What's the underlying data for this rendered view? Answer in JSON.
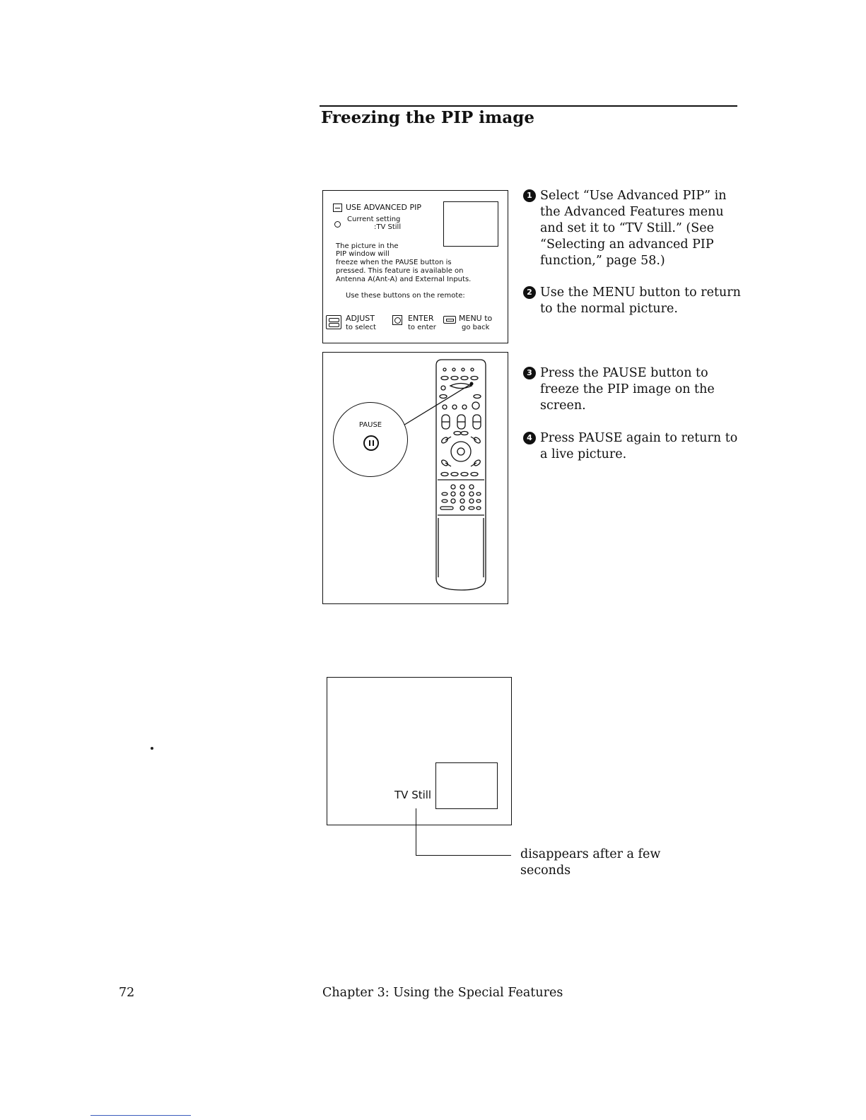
{
  "page": {
    "title": "Freezing the PIP image",
    "page_number": "72",
    "footer": "Chapter 3: Using the Special Features"
  },
  "menu_screen": {
    "menu_title": "USE ADVANCED PIP",
    "current_setting_label": "Current setting",
    "current_setting_value": ":TV Still",
    "description_lines": [
      "The picture in the",
      "PIP window will",
      "freeze when the PAUSE button is",
      "pressed.  This feature is available on",
      "Antenna A(Ant-A) and External Inputs."
    ],
    "remote_hint": "Use these buttons on the remote:",
    "buttons": [
      {
        "label": "ADJUST",
        "sub": "to select"
      },
      {
        "label": "ENTER",
        "sub": "to enter"
      },
      {
        "label": "MENU to",
        "sub": "go back"
      }
    ]
  },
  "remote_illustration": {
    "pause_label": "PAUSE"
  },
  "steps": [
    {
      "num": "1",
      "text": "Select “Use Advanced PIP” in the Advanced Features menu and set it to “TV Still.” (See “Selecting an advanced PIP function,” page 58.)"
    },
    {
      "num": "2",
      "text": "Use the MENU button to return to the normal picture."
    },
    {
      "num": "3",
      "text": "Press the PAUSE button to freeze the PIP image on the screen."
    },
    {
      "num": "4",
      "text": "Press PAUSE again to return to a live picture."
    }
  ],
  "tv_screen": {
    "label": "TV Still",
    "callout": "disappears after a few seconds"
  }
}
